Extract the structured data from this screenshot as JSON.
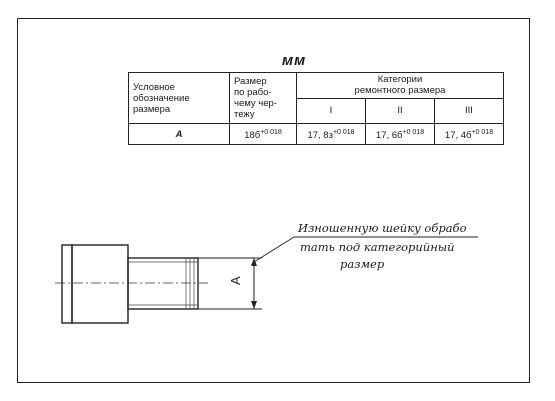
{
  "units": "мм",
  "table": {
    "col1_header": [
      "Условное",
      "обозначение",
      "размера"
    ],
    "col2_header": [
      "Размер",
      "по рабо-",
      "чему чер-",
      "тежу"
    ],
    "categories_header": [
      "Категории",
      "ремонтного размера"
    ],
    "category_labels": [
      "I",
      "II",
      "III"
    ],
    "row": {
      "designation": "А",
      "nominal_base": "18б",
      "nominal_tol": "+0 018",
      "cat1_base": "17, 8з",
      "cat1_tol": "+0 018",
      "cat2_base": "17, 6б",
      "cat2_tol": "+0 018",
      "cat3_base": "17, 4б",
      "cat3_tol": "+0 018"
    }
  },
  "note": {
    "line1": "Изношенную шейку обрабо",
    "line2": "тать под категорийный",
    "line3": "размер"
  },
  "dimension_label": "А"
}
